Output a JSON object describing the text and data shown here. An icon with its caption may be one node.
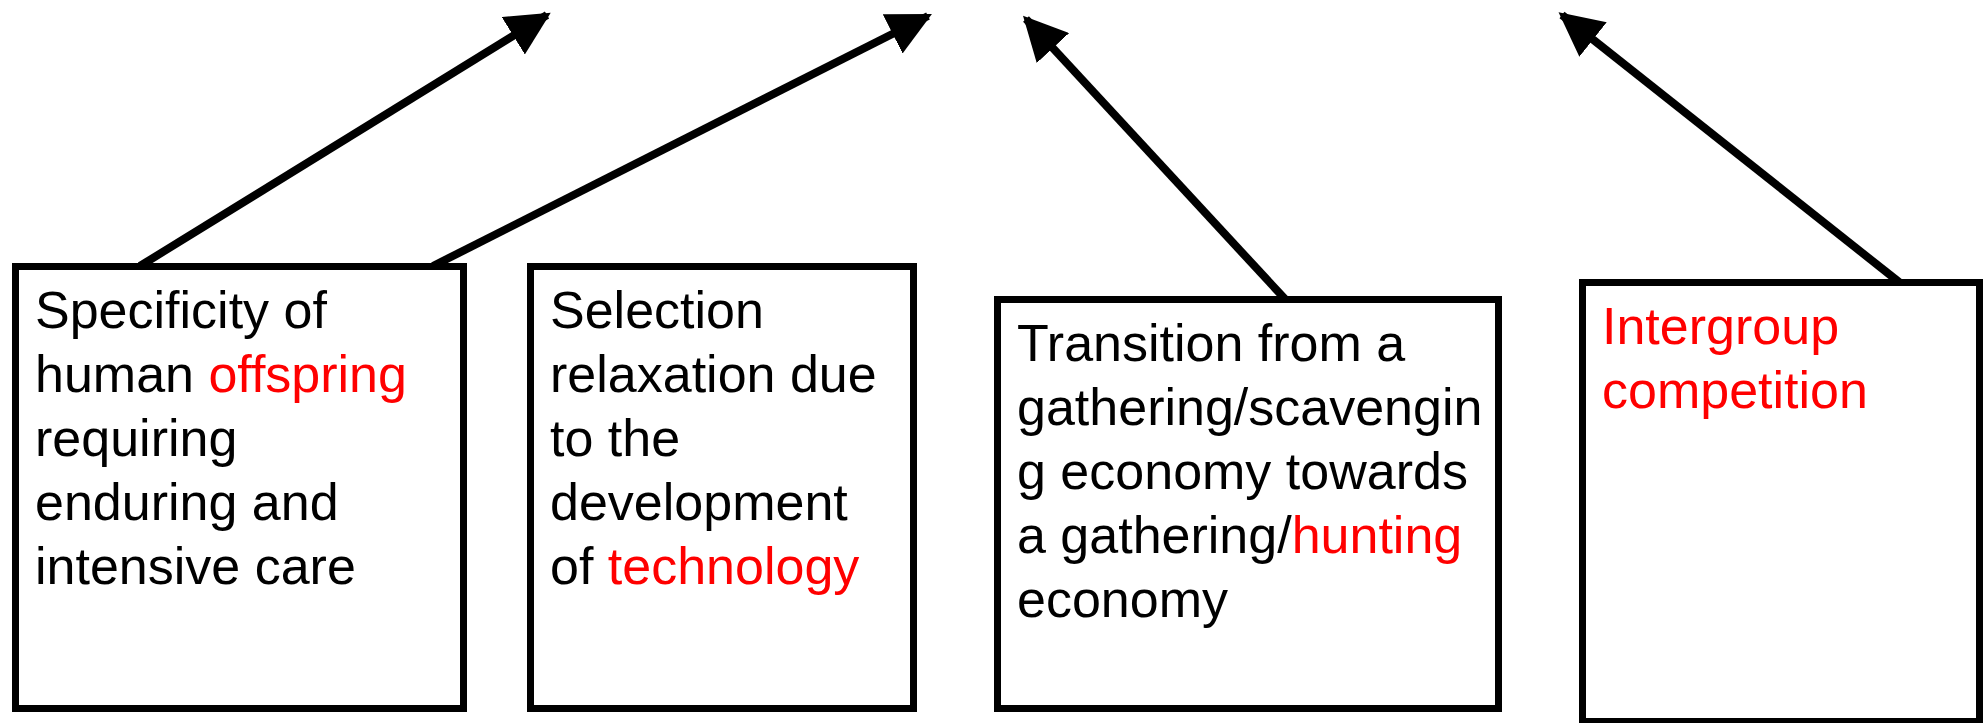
{
  "diagram": {
    "nodes": [
      {
        "text": [
          "Specificity of human offspring requiring enduring and intensive care"
        ]
      },
      {
        "text": [
          "Selection relaxation due to the development of technology"
        ]
      },
      {
        "text": [
          "Transition from a gathering/scavenging economy towards a gathering/hunting economy"
        ]
      },
      {
        "text": [
          "Intergroup competition"
        ]
      }
    ],
    "edges": [
      {
        "from": 0,
        "to": null,
        "arrow": "to"
      },
      {
        "from": 1,
        "to": null,
        "arrow": "to"
      },
      {
        "from": 2,
        "to": null,
        "arrow": "to"
      },
      {
        "from": 3,
        "to": null,
        "arrow": "to"
      }
    ]
  }
}
